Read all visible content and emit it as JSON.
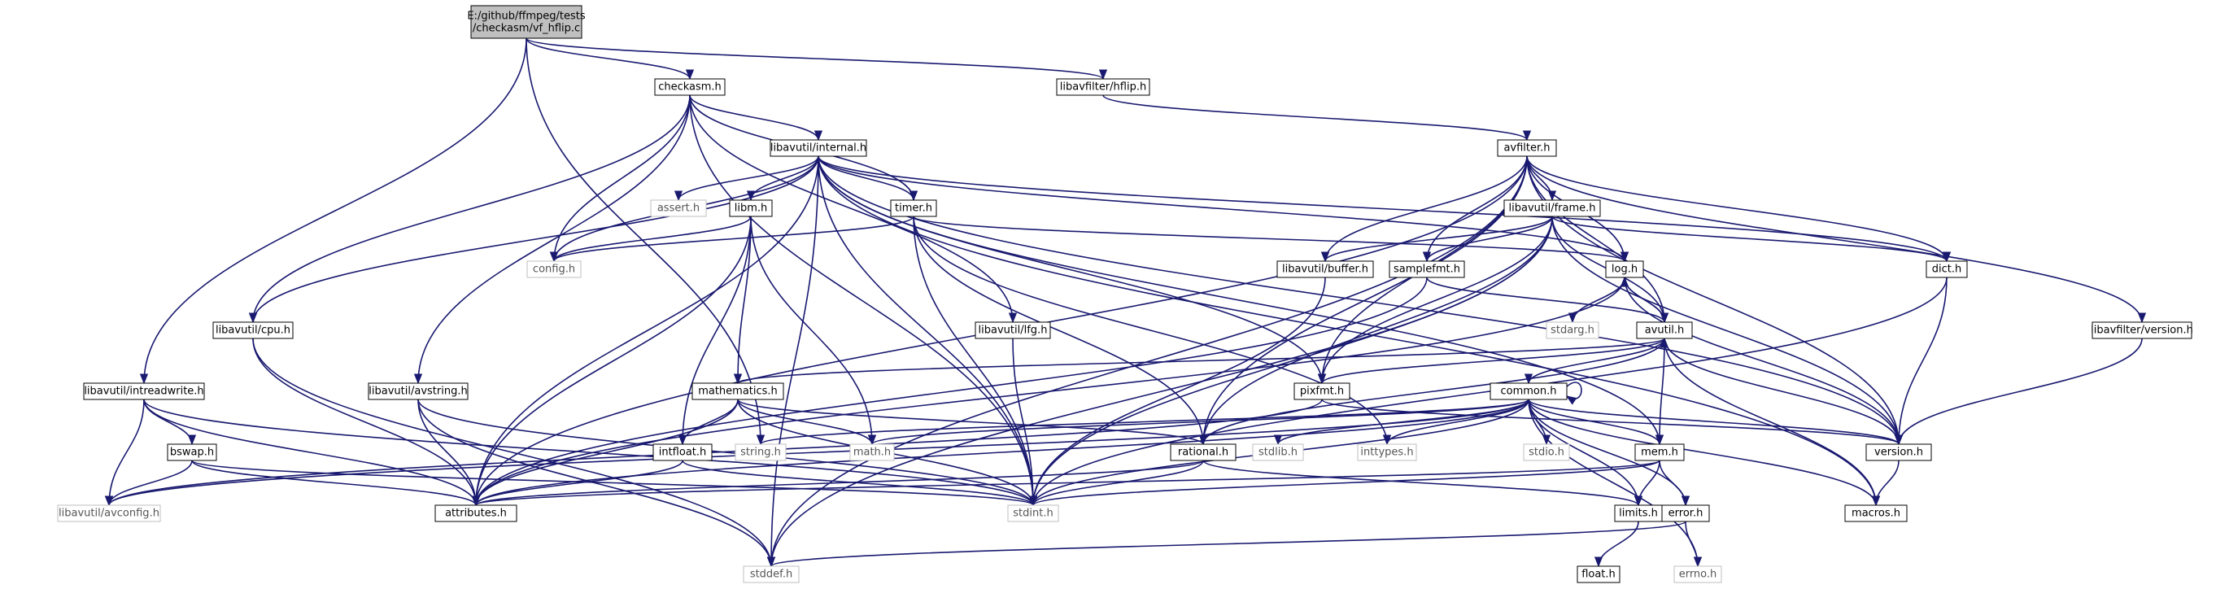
{
  "colors": {
    "edge": "#191970",
    "node_border_solid": "#000000",
    "node_border_external": "#bfbfbf",
    "root_fill": "#bfbfbf",
    "node_fill": "#ffffff",
    "text": "#000000",
    "text_external": "#555555"
  },
  "nodes": [
    {
      "id": "vf_hflip",
      "label": "E:/github/ffmpeg/tests\n/checkasm/vf_hflip.c",
      "style": "root"
    },
    {
      "id": "checkasm",
      "label": "checkasm.h",
      "style": "solid"
    },
    {
      "id": "hflip",
      "label": "libavfilter/hflip.h",
      "style": "solid"
    },
    {
      "id": "internal",
      "label": "libavutil/internal.h",
      "style": "solid"
    },
    {
      "id": "avfilter",
      "label": "avfilter.h",
      "style": "solid"
    },
    {
      "id": "assert",
      "label": "assert.h",
      "style": "external"
    },
    {
      "id": "libm",
      "label": "libm.h",
      "style": "solid"
    },
    {
      "id": "timer",
      "label": "timer.h",
      "style": "solid"
    },
    {
      "id": "frame",
      "label": "libavutil/frame.h",
      "style": "solid"
    },
    {
      "id": "config",
      "label": "config.h",
      "style": "external"
    },
    {
      "id": "buffer",
      "label": "libavutil/buffer.h",
      "style": "solid"
    },
    {
      "id": "samplefmt",
      "label": "samplefmt.h",
      "style": "solid"
    },
    {
      "id": "log",
      "label": "log.h",
      "style": "solid"
    },
    {
      "id": "dict",
      "label": "dict.h",
      "style": "solid"
    },
    {
      "id": "cpu",
      "label": "libavutil/cpu.h",
      "style": "solid"
    },
    {
      "id": "lfg",
      "label": "libavutil/lfg.h",
      "style": "solid"
    },
    {
      "id": "stdarg",
      "label": "stdarg.h",
      "style": "external"
    },
    {
      "id": "avutil",
      "label": "avutil.h",
      "style": "solid"
    },
    {
      "id": "fversion",
      "label": "libavfilter/version.h",
      "style": "solid"
    },
    {
      "id": "intreadwrite",
      "label": "libavutil/intreadwrite.h",
      "style": "solid"
    },
    {
      "id": "avstring",
      "label": "libavutil/avstring.h",
      "style": "solid"
    },
    {
      "id": "mathematics",
      "label": "mathematics.h",
      "style": "solid"
    },
    {
      "id": "pixfmt",
      "label": "pixfmt.h",
      "style": "solid"
    },
    {
      "id": "common",
      "label": "common.h",
      "style": "solid"
    },
    {
      "id": "bswap",
      "label": "bswap.h",
      "style": "solid"
    },
    {
      "id": "intfloat",
      "label": "intfloat.h",
      "style": "solid"
    },
    {
      "id": "string",
      "label": "string.h",
      "style": "external"
    },
    {
      "id": "math",
      "label": "math.h",
      "style": "external"
    },
    {
      "id": "rational",
      "label": "rational.h",
      "style": "solid"
    },
    {
      "id": "stdlib",
      "label": "stdlib.h",
      "style": "external"
    },
    {
      "id": "inttypes",
      "label": "inttypes.h",
      "style": "external"
    },
    {
      "id": "stdio",
      "label": "stdio.h",
      "style": "external"
    },
    {
      "id": "mem",
      "label": "mem.h",
      "style": "solid"
    },
    {
      "id": "version",
      "label": "version.h",
      "style": "solid"
    },
    {
      "id": "avconfig",
      "label": "libavutil/avconfig.h",
      "style": "external"
    },
    {
      "id": "attributes",
      "label": "attributes.h",
      "style": "solid"
    },
    {
      "id": "stdint",
      "label": "stdint.h",
      "style": "external"
    },
    {
      "id": "limits",
      "label": "limits.h",
      "style": "solid"
    },
    {
      "id": "error",
      "label": "error.h",
      "style": "solid"
    },
    {
      "id": "macros",
      "label": "macros.h",
      "style": "solid"
    },
    {
      "id": "stddef",
      "label": "stddef.h",
      "style": "external"
    },
    {
      "id": "float",
      "label": "float.h",
      "style": "solid"
    },
    {
      "id": "errno",
      "label": "errno.h",
      "style": "external"
    }
  ],
  "edges": [
    [
      "vf_hflip",
      "checkasm"
    ],
    [
      "vf_hflip",
      "hflip"
    ],
    [
      "vf_hflip",
      "intreadwrite"
    ],
    [
      "vf_hflip",
      "string"
    ],
    [
      "checkasm",
      "internal"
    ],
    [
      "checkasm",
      "cpu"
    ],
    [
      "checkasm",
      "lfg"
    ],
    [
      "checkasm",
      "timer"
    ],
    [
      "checkasm",
      "config"
    ],
    [
      "checkasm",
      "avstring"
    ],
    [
      "checkasm",
      "stdint"
    ],
    [
      "hflip",
      "avfilter"
    ],
    [
      "internal",
      "assert"
    ],
    [
      "internal",
      "libm"
    ],
    [
      "internal",
      "timer"
    ],
    [
      "internal",
      "config"
    ],
    [
      "internal",
      "cpu"
    ],
    [
      "internal",
      "attributes"
    ],
    [
      "internal",
      "stdint"
    ],
    [
      "internal",
      "stddef"
    ],
    [
      "internal",
      "pixfmt"
    ],
    [
      "internal",
      "dict"
    ],
    [
      "internal",
      "version"
    ],
    [
      "internal",
      "macros"
    ],
    [
      "internal",
      "mem"
    ],
    [
      "internal",
      "log"
    ],
    [
      "avfilter",
      "frame"
    ],
    [
      "avfilter",
      "buffer"
    ],
    [
      "avfilter",
      "samplefmt"
    ],
    [
      "avfilter",
      "log"
    ],
    [
      "avfilter",
      "dict"
    ],
    [
      "avfilter",
      "avutil"
    ],
    [
      "avfilter",
      "fversion"
    ],
    [
      "avfilter",
      "pixfmt"
    ],
    [
      "avfilter",
      "rational"
    ],
    [
      "avfilter",
      "attributes"
    ],
    [
      "avfilter",
      "stddef"
    ],
    [
      "avfilter",
      "version"
    ],
    [
      "libm",
      "config"
    ],
    [
      "libm",
      "mathematics"
    ],
    [
      "libm",
      "intfloat"
    ],
    [
      "libm",
      "math"
    ],
    [
      "libm",
      "attributes"
    ],
    [
      "timer",
      "config"
    ],
    [
      "timer",
      "log"
    ],
    [
      "timer",
      "stdint"
    ],
    [
      "timer",
      "inttypes"
    ],
    [
      "timer",
      "rational"
    ],
    [
      "frame",
      "buffer"
    ],
    [
      "frame",
      "samplefmt"
    ],
    [
      "frame",
      "dict"
    ],
    [
      "frame",
      "avutil"
    ],
    [
      "frame",
      "pixfmt"
    ],
    [
      "frame",
      "rational"
    ],
    [
      "frame",
      "stdint"
    ],
    [
      "frame",
      "stddef"
    ],
    [
      "frame",
      "version"
    ],
    [
      "buffer",
      "stdint"
    ],
    [
      "samplefmt",
      "avutil"
    ],
    [
      "samplefmt",
      "attributes"
    ],
    [
      "log",
      "stdarg"
    ],
    [
      "log",
      "avutil"
    ],
    [
      "log",
      "attributes"
    ],
    [
      "log",
      "version"
    ],
    [
      "dict",
      "version"
    ],
    [
      "dict",
      "stdint"
    ],
    [
      "cpu",
      "attributes"
    ],
    [
      "cpu",
      "stddef"
    ],
    [
      "lfg",
      "stdint"
    ],
    [
      "avutil",
      "common"
    ],
    [
      "avutil",
      "mathematics"
    ],
    [
      "avutil",
      "pixfmt"
    ],
    [
      "avutil",
      "rational"
    ],
    [
      "avutil",
      "version"
    ],
    [
      "avutil",
      "macros"
    ],
    [
      "avutil",
      "log"
    ],
    [
      "fversion",
      "version"
    ],
    [
      "intreadwrite",
      "bswap"
    ],
    [
      "intreadwrite",
      "avconfig"
    ],
    [
      "intreadwrite",
      "attributes"
    ],
    [
      "intreadwrite",
      "stdint"
    ],
    [
      "avstring",
      "attributes"
    ],
    [
      "avstring",
      "stdint"
    ],
    [
      "avstring",
      "stddef"
    ],
    [
      "mathematics",
      "attributes"
    ],
    [
      "mathematics",
      "intfloat"
    ],
    [
      "mathematics",
      "math"
    ],
    [
      "mathematics",
      "rational"
    ],
    [
      "mathematics",
      "stdint"
    ],
    [
      "pixfmt",
      "avconfig"
    ],
    [
      "pixfmt",
      "version"
    ],
    [
      "common",
      "common"
    ],
    [
      "common",
      "attributes"
    ],
    [
      "common",
      "macros"
    ],
    [
      "common",
      "version"
    ],
    [
      "common",
      "avconfig"
    ],
    [
      "common",
      "mem"
    ],
    [
      "common",
      "error"
    ],
    [
      "common",
      "string"
    ],
    [
      "common",
      "math"
    ],
    [
      "common",
      "stdlib"
    ],
    [
      "common",
      "inttypes"
    ],
    [
      "common",
      "stdio"
    ],
    [
      "common",
      "stdint"
    ],
    [
      "common",
      "limits"
    ],
    [
      "common",
      "errno"
    ],
    [
      "bswap",
      "avconfig"
    ],
    [
      "bswap",
      "attributes"
    ],
    [
      "bswap",
      "stdint"
    ],
    [
      "intfloat",
      "attributes"
    ],
    [
      "intfloat",
      "stdint"
    ],
    [
      "rational",
      "attributes"
    ],
    [
      "rational",
      "stdint"
    ],
    [
      "rational",
      "limits"
    ],
    [
      "mem",
      "attributes"
    ],
    [
      "mem",
      "avutil"
    ],
    [
      "mem",
      "stdint"
    ],
    [
      "mem",
      "limits"
    ],
    [
      "mem",
      "error"
    ],
    [
      "version",
      "macros"
    ],
    [
      "limits",
      "float"
    ],
    [
      "error",
      "errno"
    ],
    [
      "error",
      "stddef"
    ]
  ]
}
